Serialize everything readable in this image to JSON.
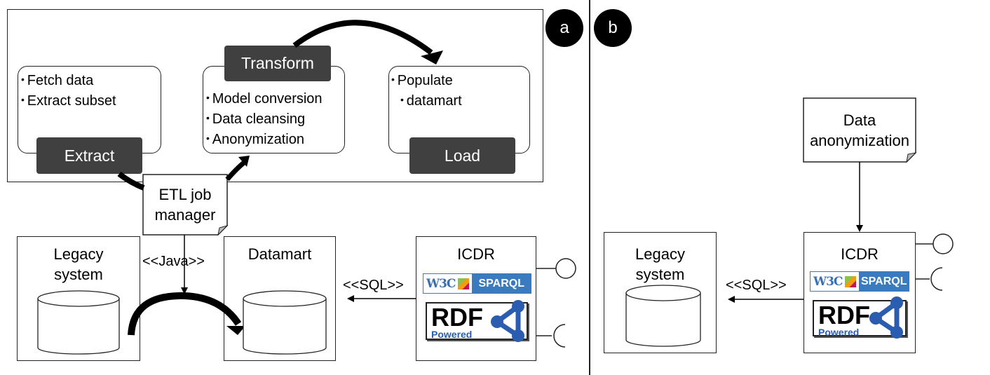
{
  "panel_a": {
    "badge": "a",
    "etl": {
      "extract": {
        "label": "Extract",
        "bullets": [
          "Fetch data",
          "Extract subset"
        ]
      },
      "transform": {
        "label": "Transform",
        "bullets": [
          "Model conversion",
          "Data cleansing",
          "Anonymization"
        ]
      },
      "load": {
        "label": "Load",
        "bullets": [
          "Populate",
          "datamart"
        ]
      }
    },
    "etl_job_manager": {
      "line1": "ETL job",
      "line2": "manager"
    },
    "legacy": {
      "line1": "Legacy",
      "line2": "system"
    },
    "datamart": {
      "title": "Datamart"
    },
    "icdr": {
      "title": "ICDR"
    },
    "java_label": "<<Java>>",
    "sql_label": "<<SQL>>"
  },
  "panel_b": {
    "badge": "b",
    "anonymization_note": {
      "line1": "Data",
      "line2": "anonymization"
    },
    "legacy": {
      "line1": "Legacy",
      "line2": "system"
    },
    "icdr": {
      "title": "ICDR"
    },
    "sql_label": "<<SQL>>"
  },
  "logos": {
    "w3c": "W3C",
    "sparql": "SPARQL",
    "rdf": "RDF",
    "powered": "Powered"
  },
  "colors": {
    "dark_label": "#404040",
    "sparql_blue": "#3a7bbf",
    "rdf_blue": "#2a5db0"
  }
}
